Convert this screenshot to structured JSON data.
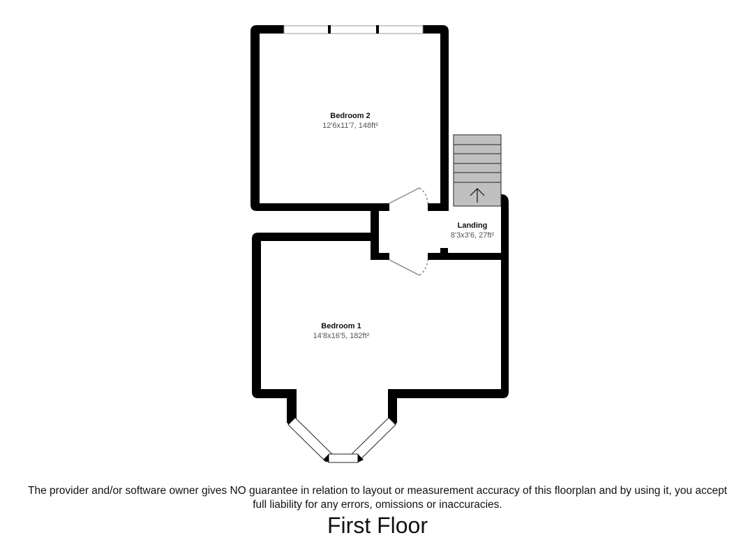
{
  "floorplan": {
    "title": "First Floor",
    "disclaimer_line1": "The provider and/or software owner gives NO guarantee in relation to layout or measurement accuracy of this floorplan and by using it, you accept",
    "disclaimer_line2": "full liability for any errors, omissions or inaccuracies.",
    "rooms": [
      {
        "name": "Bedroom 2",
        "dims": "12'6x11'7, 148ft²"
      },
      {
        "name": "Landing",
        "dims": "8'3x3'6, 27ft²"
      },
      {
        "name": "Bedroom 1",
        "dims": "14'8x16'5, 182ft²"
      }
    ],
    "icons": [
      "stairs-up-arrow-icon",
      "door-swing-icon",
      "window-icon",
      "bay-window-icon"
    ],
    "colors": {
      "wall": "#000000",
      "stairs": "#c0c0c0",
      "door": "#8a8a8a",
      "text": "#111111",
      "dims_text": "#555555"
    }
  }
}
